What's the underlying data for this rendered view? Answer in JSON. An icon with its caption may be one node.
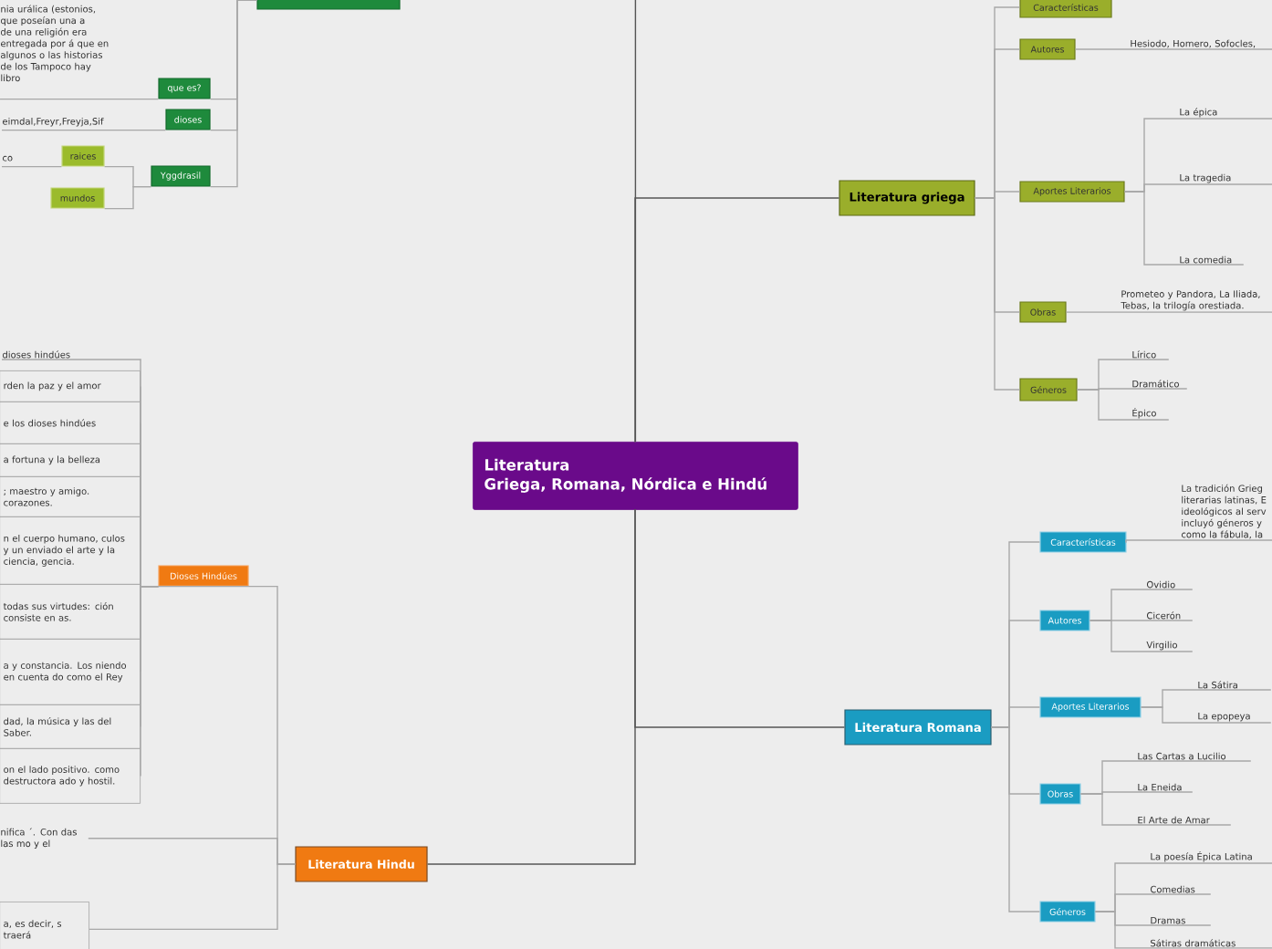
{
  "diagram": {
    "nodes": [
      {
        "text": [
          "Literatura",
          "Griega, Romana, Nórdica e Hindú"
        ]
      },
      {
        "text": [],
        "shape": "box"
      },
      {
        "text": [
          "que es?"
        ]
      },
      {
        "text": [
          "dioses"
        ]
      },
      {
        "text": [
          "Yggdrasil"
        ]
      },
      {
        "text": [
          "raices"
        ]
      },
      {
        "text": [
          "mundos"
        ]
      },
      {
        "text": [
          "nia urálica (estonios, que poseían una a de una religión era entregada por á que en algunos o las historias de los Tampoco hay libro"
        ]
      },
      {
        "text": [
          "eimdal,Freyr,Freyja,Sif"
        ]
      },
      {
        "text": [
          "co"
        ]
      },
      {
        "text": [
          "Literatura griega"
        ]
      },
      {
        "text": [
          "Características"
        ]
      },
      {
        "text": [
          "Autores"
        ]
      },
      {
        "text": [
          "Aportes Literarios"
        ]
      },
      {
        "text": [
          "Obras"
        ]
      },
      {
        "text": [
          "Géneros"
        ]
      },
      {
        "text": [
          "Hesiodo, Homero, Sofocles,"
        ]
      },
      {
        "text": [
          "La épica"
        ]
      },
      {
        "text": [
          "La tragedia"
        ]
      },
      {
        "text": [
          "La comedia"
        ]
      },
      {
        "text": [
          "Prometeo y Pandora, La Iliada, Tebas, la trilogía orestiada."
        ]
      },
      {
        "text": [
          "Lírico"
        ]
      },
      {
        "text": [
          "Dramático"
        ]
      },
      {
        "text": [
          "Épico"
        ]
      },
      {
        "text": [
          "Literatura Hindu"
        ]
      },
      {
        "text": [
          "Dioses Hindúes"
        ]
      },
      {
        "text": [
          "dioses hindúes"
        ]
      },
      {
        "text": [
          "rden la paz y el amor"
        ]
      },
      {
        "text": [
          "e los dioses hindúes"
        ]
      },
      {
        "text": [
          "a fortuna y la belleza"
        ]
      },
      {
        "text": [
          "; maestro y amigo. corazones."
        ]
      },
      {
        "text": [
          "n el cuerpo humano, culos y un enviado el arte y la ciencia, gencia."
        ]
      },
      {
        "text": [
          "todas sus virtudes: ción consiste en as."
        ]
      },
      {
        "text": [
          "a y constancia. Los niendo en cuenta do como el Rey"
        ]
      },
      {
        "text": [
          "dad, la música y las del Saber."
        ]
      },
      {
        "text": [
          "on el lado positivo. como destructora ado y hostil."
        ]
      },
      {
        "text": [
          "nifica ´. Con das las mo y el"
        ]
      },
      {
        "text": [
          "a, es decir, s traerá"
        ]
      },
      {
        "text": [
          "Literatura Romana"
        ]
      },
      {
        "text": [
          "Características"
        ]
      },
      {
        "text": [
          "Autores"
        ]
      },
      {
        "text": [
          "Aportes Literarios"
        ]
      },
      {
        "text": [
          "Obras"
        ]
      },
      {
        "text": [
          "Géneros"
        ]
      },
      {
        "text": [
          "La tradición Grieg literarias latinas, E ideológicos al serv incluyó géneros y como la fábula, la"
        ]
      },
      {
        "text": [
          "Ovidio"
        ]
      },
      {
        "text": [
          "Cicerón"
        ]
      },
      {
        "text": [
          "Virgilio"
        ]
      },
      {
        "text": [
          "La Sátira"
        ]
      },
      {
        "text": [
          "La epopeya"
        ]
      },
      {
        "text": [
          "Las Cartas a Lucilio"
        ]
      },
      {
        "text": [
          "La Eneida"
        ]
      },
      {
        "text": [
          "El Arte de Amar"
        ]
      },
      {
        "text": [
          "La poesía Épica Latina"
        ]
      },
      {
        "text": [
          "Comedias"
        ]
      },
      {
        "text": [
          "Dramas"
        ]
      },
      {
        "text": [
          "Sátiras dramáticas"
        ]
      }
    ],
    "edges": [
      {
        "from": 0,
        "to": null,
        "arrow": "none",
        "color": "#555555"
      },
      {
        "from": 0,
        "to": 10,
        "arrow": "none",
        "color": "#555555"
      },
      {
        "from": 0,
        "to": 24,
        "arrow": "none",
        "color": "#555555"
      },
      {
        "from": 0,
        "to": 38,
        "arrow": "none",
        "color": "#555555"
      },
      {
        "from": 1,
        "to": 2,
        "arrow": "none"
      },
      {
        "from": 1,
        "to": 3,
        "arrow": "none"
      },
      {
        "from": 1,
        "to": 4,
        "arrow": "none"
      },
      {
        "from": 4,
        "to": 5,
        "arrow": "none"
      },
      {
        "from": 4,
        "to": 6,
        "arrow": "none"
      },
      {
        "from": 2,
        "to": 7,
        "arrow": "none"
      },
      {
        "from": 3,
        "to": 8,
        "arrow": "none"
      },
      {
        "from": 5,
        "to": 9,
        "arrow": "none"
      },
      {
        "from": 10,
        "to": 11,
        "arrow": "none"
      },
      {
        "from": 10,
        "to": 12,
        "arrow": "none"
      },
      {
        "from": 10,
        "to": 13,
        "arrow": "none"
      },
      {
        "from": 10,
        "to": 14,
        "arrow": "none"
      },
      {
        "from": 10,
        "to": 15,
        "arrow": "none"
      },
      {
        "from": 12,
        "to": 16,
        "arrow": "none"
      },
      {
        "from": 13,
        "to": 17,
        "arrow": "none"
      },
      {
        "from": 13,
        "to": 18,
        "arrow": "none"
      },
      {
        "from": 13,
        "to": 19,
        "arrow": "none"
      },
      {
        "from": 14,
        "to": 20,
        "arrow": "none"
      },
      {
        "from": 15,
        "to": 21,
        "arrow": "none"
      },
      {
        "from": 15,
        "to": 22,
        "arrow": "none"
      },
      {
        "from": 15,
        "to": 23,
        "arrow": "none"
      },
      {
        "from": 24,
        "to": 25,
        "arrow": "none"
      },
      {
        "from": 24,
        "to": 36,
        "arrow": "none"
      },
      {
        "from": 24,
        "to": 37,
        "arrow": "none"
      },
      {
        "from": 25,
        "to": 26,
        "arrow": "none"
      },
      {
        "from": 25,
        "to": 27,
        "arrow": "none"
      },
      {
        "from": 25,
        "to": 28,
        "arrow": "none"
      },
      {
        "from": 25,
        "to": 29,
        "arrow": "none"
      },
      {
        "from": 25,
        "to": 30,
        "arrow": "none"
      },
      {
        "from": 25,
        "to": 31,
        "arrow": "none"
      },
      {
        "from": 25,
        "to": 32,
        "arrow": "none"
      },
      {
        "from": 25,
        "to": 33,
        "arrow": "none"
      },
      {
        "from": 25,
        "to": 34,
        "arrow": "none"
      },
      {
        "from": 25,
        "to": 35,
        "arrow": "none"
      },
      {
        "from": 38,
        "to": 39,
        "arrow": "none"
      },
      {
        "from": 38,
        "to": 40,
        "arrow": "none"
      },
      {
        "from": 38,
        "to": 41,
        "arrow": "none"
      },
      {
        "from": 38,
        "to": 42,
        "arrow": "none"
      },
      {
        "from": 38,
        "to": 43,
        "arrow": "none"
      },
      {
        "from": 39,
        "to": 44,
        "arrow": "none"
      },
      {
        "from": 40,
        "to": 45,
        "arrow": "none"
      },
      {
        "from": 40,
        "to": 46,
        "arrow": "none"
      },
      {
        "from": 40,
        "to": 47,
        "arrow": "none"
      },
      {
        "from": 41,
        "to": 48,
        "arrow": "none"
      },
      {
        "from": 41,
        "to": 49,
        "arrow": "none"
      },
      {
        "from": 42,
        "to": 50,
        "arrow": "none"
      },
      {
        "from": 42,
        "to": 51,
        "arrow": "none"
      },
      {
        "from": 42,
        "to": 52,
        "arrow": "none"
      },
      {
        "from": 43,
        "to": 53,
        "arrow": "none"
      },
      {
        "from": 43,
        "to": 54,
        "arrow": "none"
      },
      {
        "from": 43,
        "to": 55,
        "arrow": "none"
      },
      {
        "from": 43,
        "to": 56,
        "arrow": "none"
      }
    ]
  }
}
